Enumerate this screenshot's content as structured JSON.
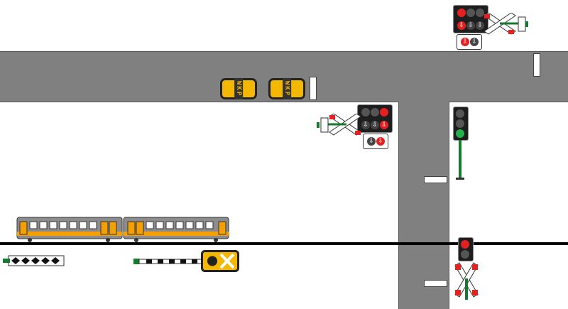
{
  "scene": {
    "title": "",
    "colors": {
      "road": "#808080",
      "bus": "#f5b800",
      "signal_red": "#e52020",
      "signal_green": "#22b14c",
      "signal_off": "#555555",
      "post": "#137a2e",
      "train_body": "#8c8c8c",
      "train_stripe": "#f5a000"
    }
  },
  "buses": [
    {
      "sign": "WKP"
    },
    {
      "sign": "WKP"
    }
  ],
  "traffic_lights": [
    {
      "name": "main-traffic-light",
      "state": "green"
    },
    {
      "name": "crossing-traffic-light",
      "state": "red"
    }
  ],
  "pedestrian_signals": [
    {
      "name": "top-pedestrian-signal",
      "state": "red"
    },
    {
      "name": "middle-pedestrian-signal",
      "state": "red"
    }
  ],
  "train": {
    "cars": 2
  },
  "barrier": {
    "state": "closed"
  }
}
